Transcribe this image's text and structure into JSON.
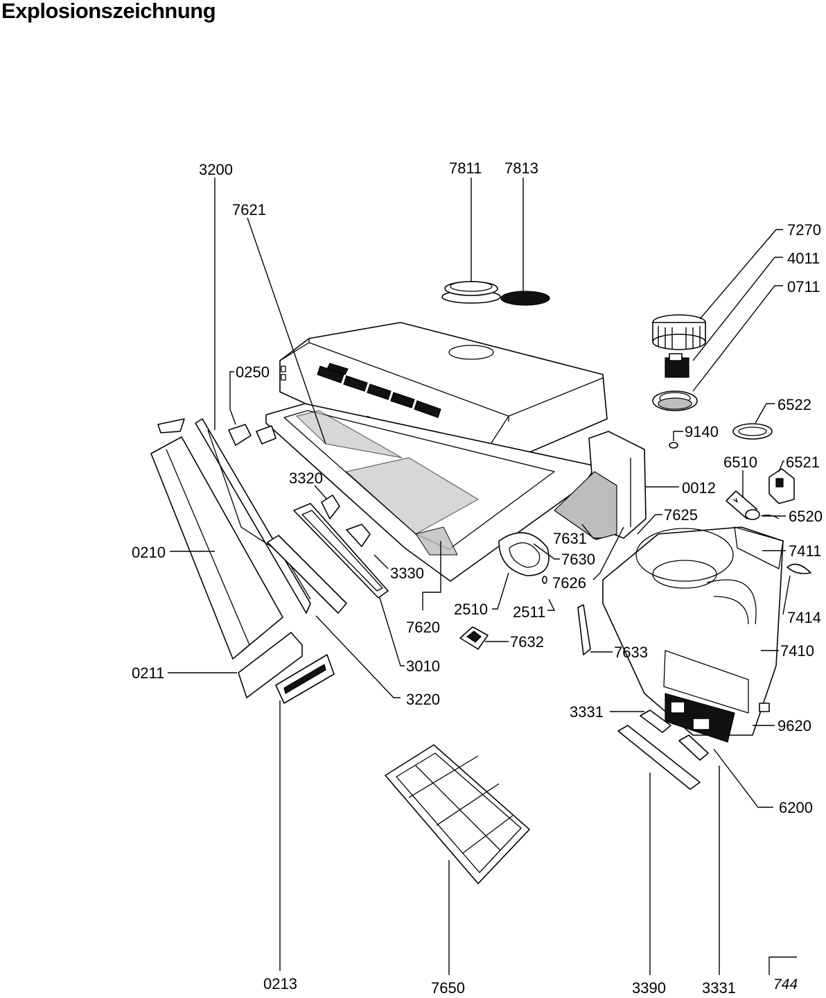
{
  "title": "Explosionszeichnung",
  "reference": "744",
  "labels": {
    "p3200": "3200",
    "p7621": "7621",
    "p7811": "7811",
    "p7813": "7813",
    "p7270": "7270",
    "p4011": "4011",
    "p0711": "0711",
    "p6522": "6522",
    "p9140": "9140",
    "p6510": "6510",
    "p6521": "6521",
    "p0012": "0012",
    "p6520": "6520",
    "p7625": "7625",
    "p7411": "7411",
    "p0250": "0250",
    "p3320": "3320",
    "p3330": "3330",
    "p0210": "0210",
    "p7631": "7631",
    "p7630": "7630",
    "p7626": "7626",
    "p2510": "2510",
    "p2511": "2511",
    "p7620": "7620",
    "p7414": "7414",
    "p3010": "3010",
    "p7632": "7632",
    "p7633": "7633",
    "p7410": "7410",
    "p0211": "0211",
    "p3220": "3220",
    "p3331a": "3331",
    "p9620": "9620",
    "p6200": "6200",
    "p0213": "0213",
    "p7650": "7650",
    "p3390": "3390",
    "p3331b": "3331"
  }
}
